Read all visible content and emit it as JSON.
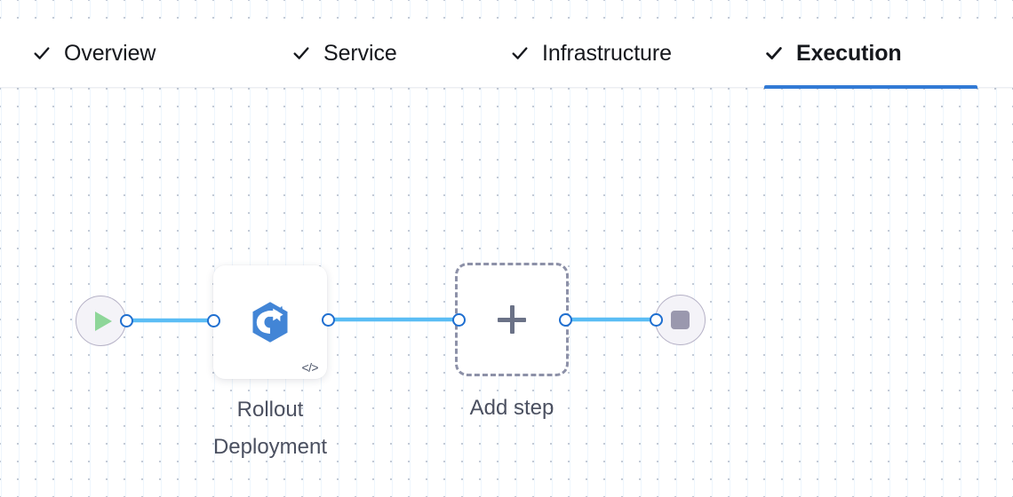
{
  "header": {
    "tabs": [
      {
        "id": "overview",
        "label": "Overview",
        "icon": "check-icon",
        "completed": true,
        "active": false
      },
      {
        "id": "service",
        "label": "Service",
        "icon": "check-icon",
        "completed": true,
        "active": false
      },
      {
        "id": "infrastructure",
        "label": "Infrastructure",
        "icon": "check-icon",
        "completed": true,
        "active": false
      },
      {
        "id": "execution",
        "label": "Execution",
        "icon": "check-icon",
        "completed": true,
        "active": true
      }
    ],
    "active_tab_accent": "#327ad5"
  },
  "pipeline": {
    "start_node": {
      "name": "start-node",
      "icon": "play-icon",
      "icon_color": "#8ed699",
      "background": "#f4f3f8"
    },
    "steps": [
      {
        "id": "rollout-deployment",
        "label": "Rollout\nDeployment",
        "icon": "rollout-deployment-icon",
        "icon_color": "#4285d6",
        "badge": "</>",
        "badge_icon": "code-icon"
      }
    ],
    "add_step": {
      "label": "Add step",
      "icon": "plus-icon",
      "border_color": "#8d91a8"
    },
    "end_node": {
      "name": "end-node",
      "icon": "stop-icon",
      "icon_color": "#9a98ae",
      "background": "#f4f3f8"
    },
    "edge_color": "#5bbdf5",
    "port_color": "#1f6fd0"
  }
}
